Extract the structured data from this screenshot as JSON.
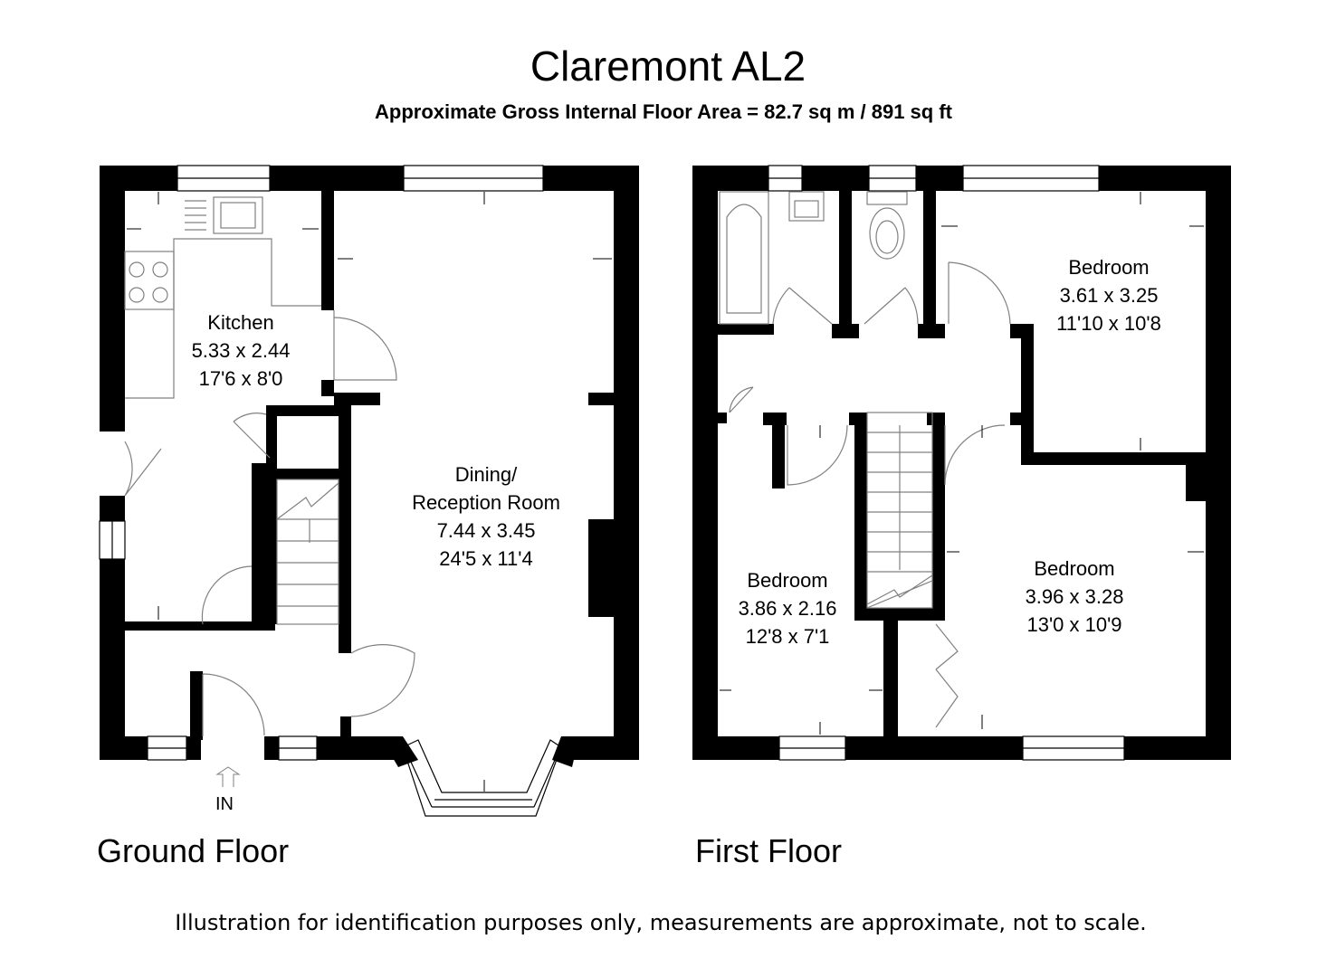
{
  "header": {
    "title": "Claremont AL2",
    "subtitle": "Approximate Gross Internal Floor Area  = 82.7 sq m / 891 sq ft"
  },
  "ground_floor": {
    "label": "Ground Floor",
    "entry_label": "IN",
    "rooms": [
      {
        "name": "Kitchen",
        "metric": "5.33 x 2.44",
        "imperial": "17'6 x 8'0"
      },
      {
        "name_line1": "Dining/",
        "name_line2": "Reception Room",
        "metric": "7.44 x 3.45",
        "imperial": "24'5 x 11'4"
      }
    ]
  },
  "first_floor": {
    "label": "First Floor",
    "rooms": [
      {
        "name": "Bedroom",
        "metric": "3.61 x 3.25",
        "imperial": "11'10 x 10'8"
      },
      {
        "name": "Bedroom",
        "metric": "3.86 x 2.16",
        "imperial": "12'8 x 7'1"
      },
      {
        "name": "Bedroom",
        "metric": "3.96 x 3.28",
        "imperial": "13'0 x 10'9"
      }
    ]
  },
  "footer": {
    "disclaimer": "Illustration for identification purposes only, measurements are approximate, not to scale."
  },
  "colors": {
    "wall": "#000000",
    "fixture": "#808080",
    "background": "#ffffff"
  }
}
